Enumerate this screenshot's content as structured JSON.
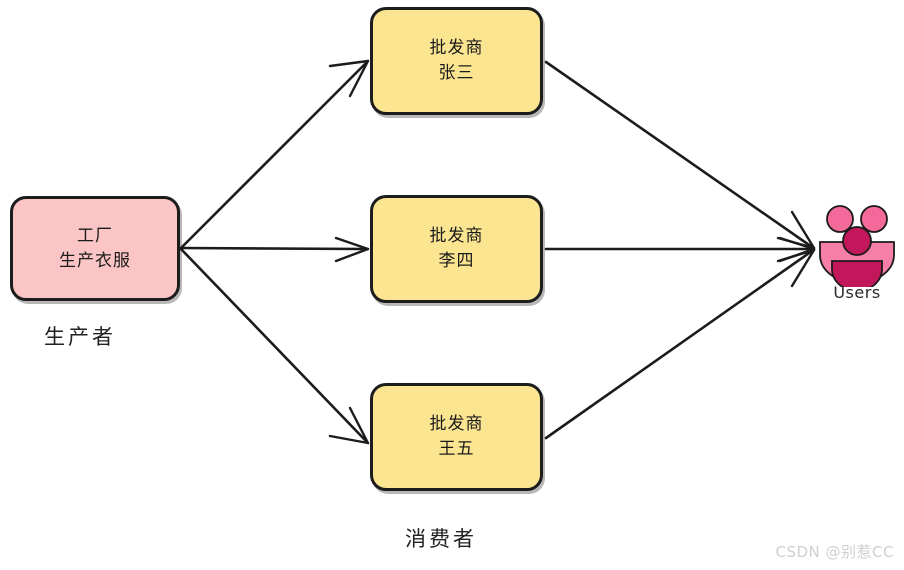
{
  "diagram": {
    "title": "producer-wholesaler-consumer-flow",
    "colors": {
      "producer_fill": "#fbc5c5",
      "wholesaler_fill": "#fbe591",
      "stroke": "#1c1c1c",
      "users_light": "#f06292",
      "users_dark": "#c2185b",
      "watermark": "#cfcfcf"
    },
    "producer": {
      "name": "factory-node",
      "line1": "工厂",
      "line2": "生产衣服",
      "caption": "生产者"
    },
    "wholesalers": [
      {
        "name": "wholesaler-zhangsan",
        "line1": "批发商",
        "line2": "张三"
      },
      {
        "name": "wholesaler-lisi",
        "line1": "批发商",
        "line2": "李四"
      },
      {
        "name": "wholesaler-wangwu",
        "line1": "批发商",
        "line2": "王五"
      }
    ],
    "consumer_caption": "消费者",
    "users": {
      "icon": "users-group-icon",
      "caption": "Users"
    },
    "edges": [
      {
        "name": "edge-factory-to-zhangsan",
        "from": "工厂",
        "to": "批发商 张三"
      },
      {
        "name": "edge-factory-to-lisi",
        "from": "工厂",
        "to": "批发商 李四"
      },
      {
        "name": "edge-factory-to-wangwu",
        "from": "工厂",
        "to": "批发商 王五"
      },
      {
        "name": "edge-zhangsan-to-users",
        "from": "批发商 张三",
        "to": "Users"
      },
      {
        "name": "edge-lisi-to-users",
        "from": "批发商 李四",
        "to": "Users"
      },
      {
        "name": "edge-wangwu-to-users",
        "from": "批发商 王五",
        "to": "Users"
      }
    ]
  },
  "watermark": "CSDN @别惹CC"
}
